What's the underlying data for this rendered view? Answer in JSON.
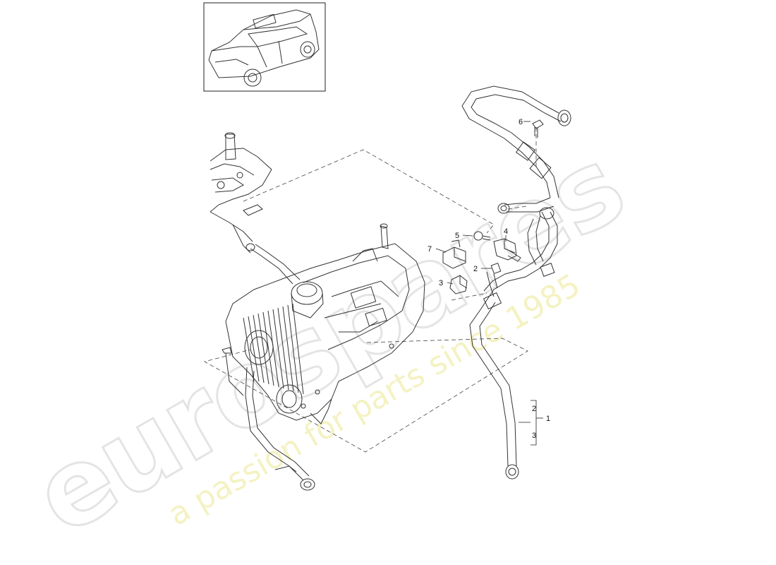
{
  "watermark": {
    "brand": "eurospares",
    "tagline": "a passion for parts since 1985"
  },
  "thumbnail": {
    "icon": "suv-car-icon"
  },
  "callouts": {
    "c1": "1",
    "c2a": "2",
    "c2b": "2",
    "c3a": "3",
    "c3b": "3",
    "c4": "4",
    "c5": "5",
    "c6": "6",
    "c7": "7"
  }
}
